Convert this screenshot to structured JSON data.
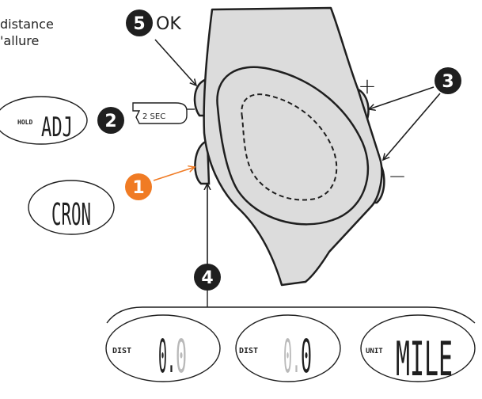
{
  "caption": {
    "line1": "distance",
    "line2": "'allure"
  },
  "callouts": {
    "ok_number": "5",
    "ok_label": "OK",
    "adjust_number": "2",
    "hold_duration": "2 SEC",
    "chrono_number": "1",
    "plus_minus_number": "3",
    "plus_label": "+",
    "minus_label": "−",
    "display_number": "4"
  },
  "lcd": {
    "hold_adj": {
      "small": "HOLD",
      "big": "ADJ"
    },
    "cron": {
      "big": "CRON"
    },
    "dist_a": {
      "small": "DIST",
      "big_dark": "0.",
      "big_grey": "0"
    },
    "dist_b": {
      "small": "DIST",
      "big_grey": "0.",
      "big_dark": "0"
    },
    "unit": {
      "small": "UNIT",
      "big": "MILE"
    }
  },
  "colors": {
    "watch_body": "#dcdcdc",
    "outline": "#1f1f1f",
    "badge_dark": "#1f1f1f",
    "badge_accent": "#f07b24",
    "accent_arrow": "#f07b24",
    "lcd_grey": "#b9b9b9"
  }
}
